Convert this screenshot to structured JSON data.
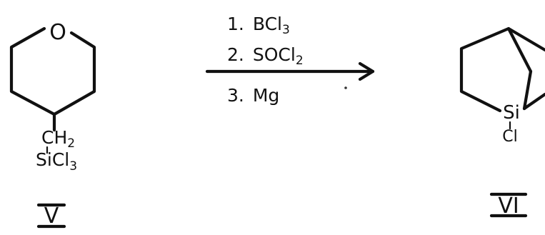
{
  "compound_v": {
    "ring_atom": "O",
    "substituent_line1": "CH",
    "substituent_line1_sub": "2",
    "substituent_line2": "SiCl",
    "substituent_line2_sub": "3",
    "label": "V"
  },
  "reaction": {
    "steps": [
      {
        "number": "1.",
        "reagent": "BCl",
        "sub": "3"
      },
      {
        "number": "2.",
        "reagent": "SOCl",
        "sub": "2"
      },
      {
        "number": "3.",
        "reagent": "Mg",
        "sub": ""
      }
    ]
  },
  "compound_vi": {
    "bridge_atom": "Si",
    "bridge_substituent": "Cl",
    "label": "VI"
  }
}
